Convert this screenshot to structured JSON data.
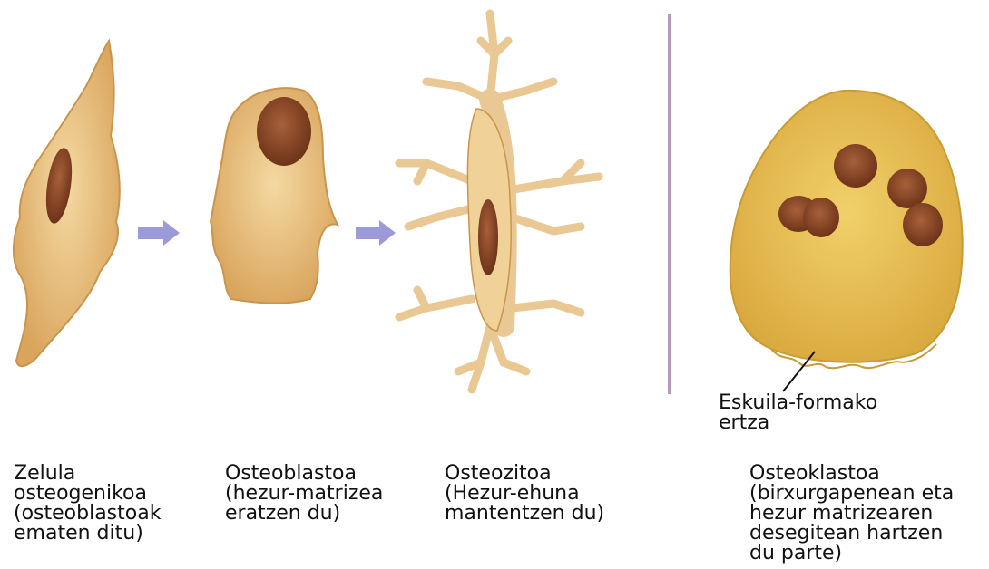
{
  "cells": [
    {
      "id": "osteogenic",
      "lines": [
        "Zelula",
        "osteogenikoa",
        "(osteoblastoak",
        "ematen ditu)"
      ]
    },
    {
      "id": "osteoblast",
      "lines": [
        "Osteoblastoa",
        "(hezur-matrizea",
        "eratzen du)"
      ]
    },
    {
      "id": "osteocyte",
      "lines": [
        "Osteozitoa",
        "(Hezur-ehuna",
        "mantentzen du)"
      ]
    },
    {
      "id": "osteoclast",
      "lines": [
        "Osteoklastoa",
        "(birxurgapenean eta",
        "hezur matrizearen",
        "desegitean hartzen",
        "du parte)"
      ]
    }
  ],
  "callout": {
    "lines": [
      "Eskuila-formako",
      "ertza"
    ]
  },
  "colors": {
    "cell_fill": "#ecc78a",
    "cell_stroke": "#b98a42",
    "nucleus": "#8b4a2a",
    "arrow": "#9c9ad8",
    "divider": "#b79ab8",
    "osteoclast_fill": "#e9c356"
  }
}
